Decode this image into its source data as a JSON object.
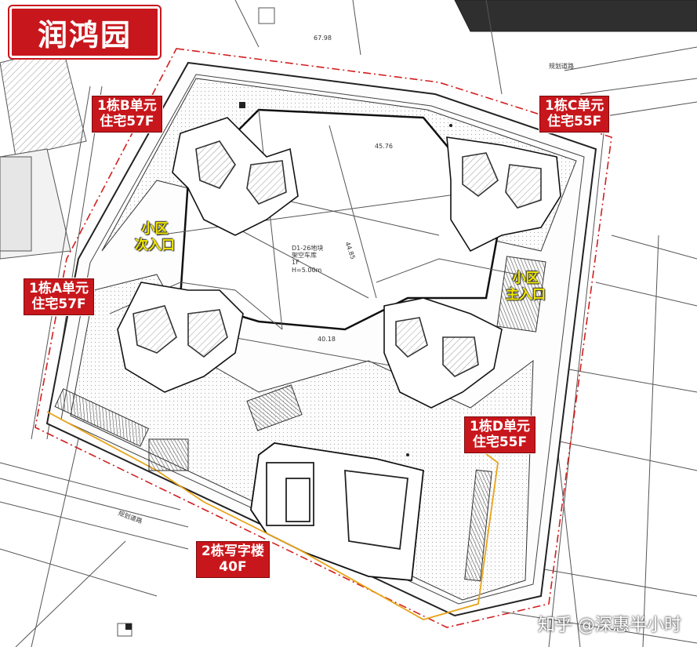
{
  "title": "润鸿园",
  "watermark": "知乎 @深惠半小时",
  "buildings": {
    "b1_b": [
      "1栋B单元",
      "住宅57F"
    ],
    "b1_c": [
      "1栋C单元",
      "住宅55F"
    ],
    "b1_a": [
      "1栋A单元",
      "住宅57F"
    ],
    "b1_d": [
      "1栋D单元",
      "住宅55F"
    ],
    "b2": [
      "2栋写字楼",
      "40F"
    ]
  },
  "entrances": {
    "secondary": [
      "小区",
      "次入口"
    ],
    "main": [
      "小区",
      "主入口"
    ]
  },
  "plan_labels": {
    "garage": [
      "D1-26地块",
      "架空车库",
      "1F",
      "H=5.00m"
    ],
    "south_road": "规划道路",
    "road_east": "规划道路",
    "dim_4018": "40.18",
    "dim_4485": "44.85",
    "dim_4576": "45.76",
    "dim_6799": "67.98"
  },
  "colors": {
    "tag_red": "#c8171c",
    "entry_yellow": "#f2e600",
    "boundary_red": "#d21e1e",
    "boundary_orange": "#e8a317"
  }
}
